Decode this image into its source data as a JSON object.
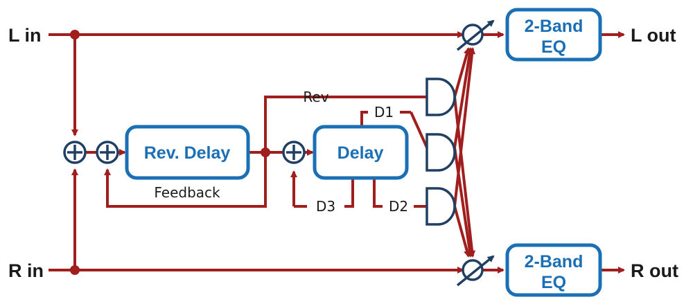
{
  "inputs": {
    "left": "L in",
    "right": "R in"
  },
  "outputs": {
    "left": "L out",
    "right": "R out"
  },
  "blocks": {
    "rev_delay": "Rev. Delay",
    "delay": "Delay",
    "eq_top": {
      "line1": "2-Band",
      "line2": "EQ"
    },
    "eq_bottom": {
      "line1": "2-Band",
      "line2": "EQ"
    }
  },
  "labels": {
    "feedback": "Feedback",
    "rev": "Rev",
    "d1": "D1",
    "d2": "D2",
    "d3": "D3"
  },
  "colors": {
    "signal_line": "#a01e1e",
    "block_border": "#1a6fb5",
    "mixer": "#1f3f63"
  }
}
